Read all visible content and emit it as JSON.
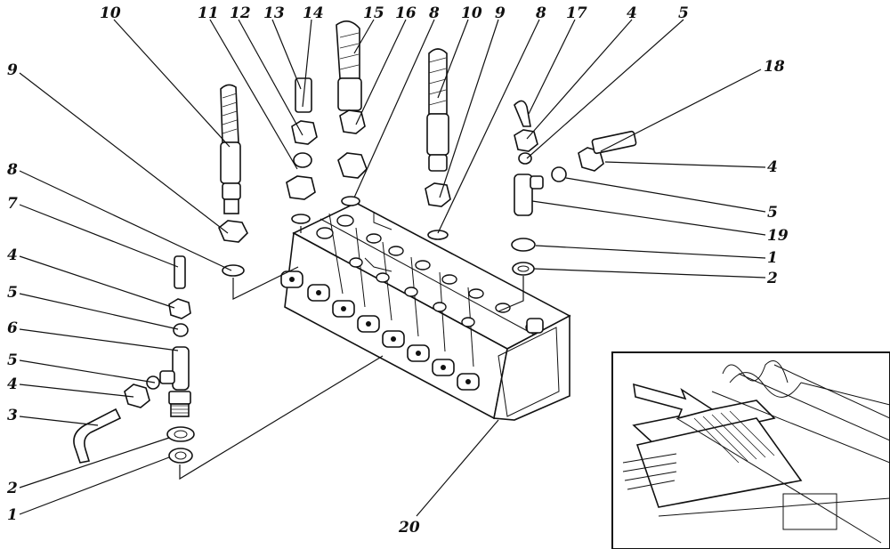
{
  "figure": {
    "top_labels": [
      "10",
      "11",
      "12",
      "13",
      "14",
      "15",
      "16",
      "8",
      "10",
      "9",
      "8",
      "17",
      "4",
      "5"
    ],
    "left_labels": [
      "9",
      "8",
      "7",
      "4",
      "5",
      "6",
      "5",
      "4",
      "3",
      "2",
      "1"
    ],
    "right_labels": [
      "18",
      "4",
      "5",
      "19",
      "1",
      "2"
    ],
    "bottom_label": "20"
  },
  "colors": {
    "ink": "#111111",
    "paper": "#ffffff"
  }
}
